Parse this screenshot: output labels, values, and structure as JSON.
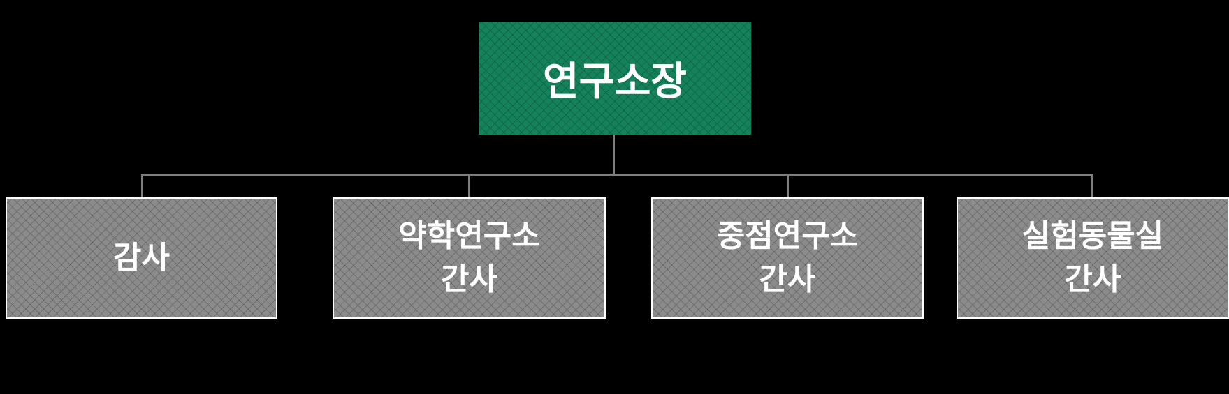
{
  "org_chart": {
    "root": {
      "label": "연구소장"
    },
    "children": [
      {
        "lines": [
          "감사"
        ]
      },
      {
        "lines": [
          "약학연구소",
          "간사"
        ]
      },
      {
        "lines": [
          "중점연구소",
          "간사"
        ]
      },
      {
        "lines": [
          "실험동물실",
          "간사"
        ]
      }
    ]
  },
  "colors": {
    "background": "#000000",
    "root_fill": "#15825C",
    "child_fill": "#8B8B8B",
    "child_border": "#FFFFFF",
    "connector": "#7E7E7E",
    "text": "#FFFFFF"
  }
}
